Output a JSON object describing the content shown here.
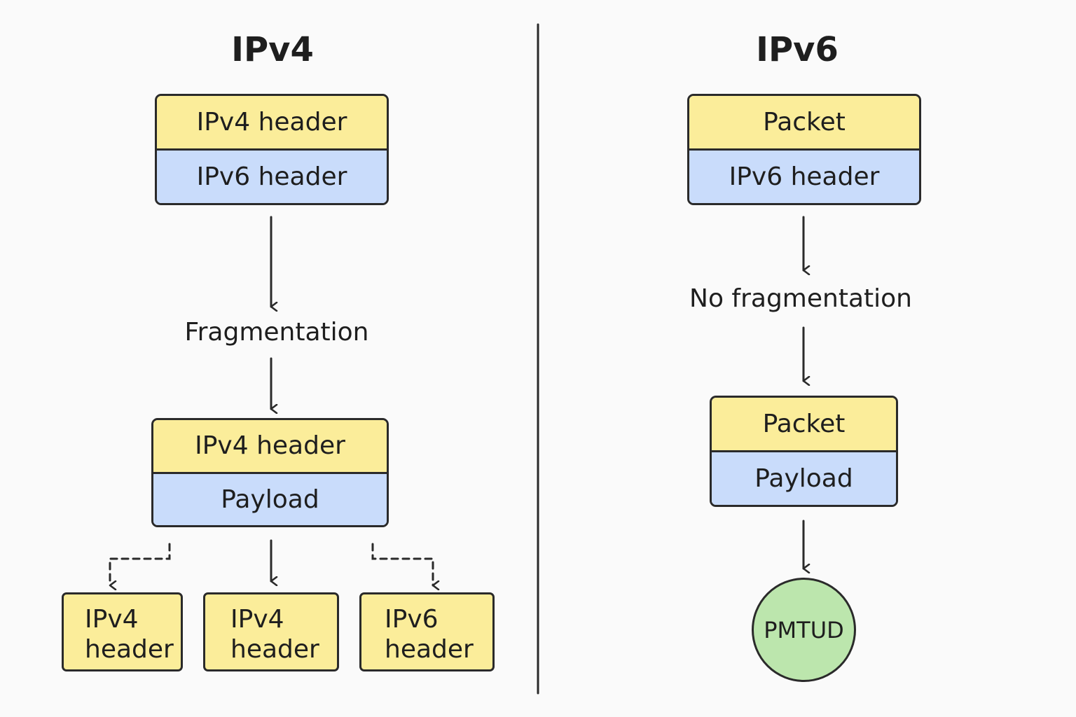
{
  "ipv4": {
    "title": "IPv4",
    "top_box": {
      "top": "IPv4 header",
      "bottom": "IPv6 header"
    },
    "step_label": "Fragmentation",
    "result_box": {
      "top": "IPv4 header",
      "bottom": "Payload"
    },
    "fragments": [
      {
        "line1": "IPv4",
        "line2": "header"
      },
      {
        "line1": "IPv4",
        "line2": "header"
      },
      {
        "line1": "IPv6",
        "line2": "header"
      }
    ]
  },
  "ipv6": {
    "title": "IPv6",
    "top_box": {
      "top": "Packet",
      "bottom": "IPv6 header"
    },
    "step_label": "No fragmentation",
    "result_box": {
      "top": "Packet",
      "bottom": "Payload"
    },
    "end_node": "PMTUD"
  },
  "colors": {
    "header_fill": "#fbed9a",
    "payload_fill": "#c9dcfb",
    "pmtud_fill": "#bce6ad",
    "stroke": "#2a2a2a"
  }
}
